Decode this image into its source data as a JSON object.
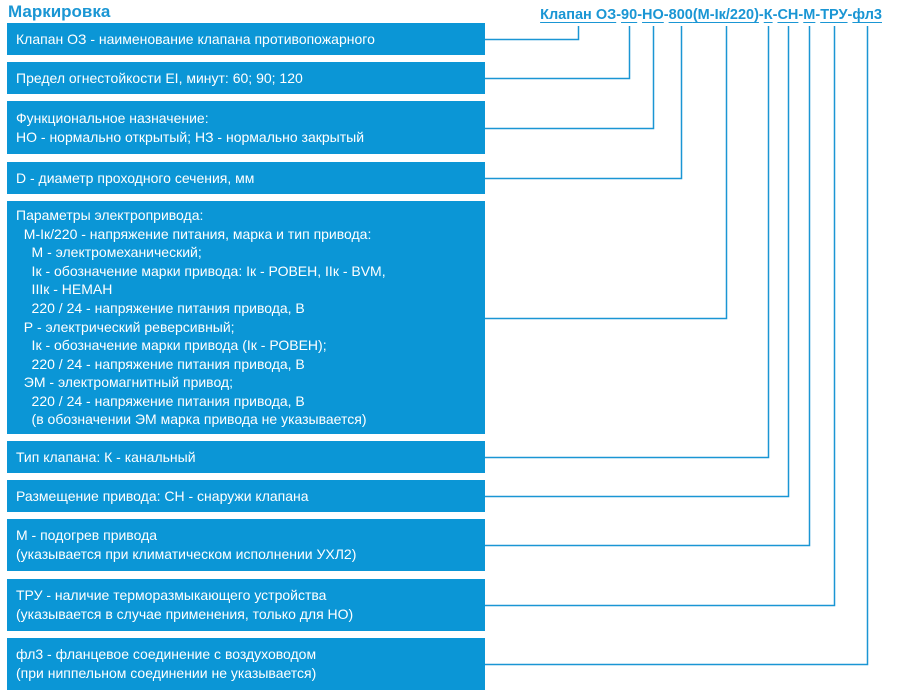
{
  "title": "Маркировка",
  "code": {
    "first": "Клапан ОЗ",
    "parts": [
      "90",
      "НО",
      "800",
      "(М-Iк/220)",
      "К",
      "СН",
      "М",
      "ТРУ",
      "фл3"
    ],
    "separator": "-"
  },
  "boxes": [
    {
      "lines": [
        "Клапан ОЗ - наименование клапана противопожарного"
      ]
    },
    {
      "lines": [
        "Предел огнестойкости EI, минут: 60; 90; 120"
      ]
    },
    {
      "lines": [
        "Функциональное назначение:",
        "НО - нормально открытый; НЗ - нормально закрытый"
      ]
    },
    {
      "lines": [
        "D - диаметр проходного сечения, мм"
      ]
    },
    {
      "lines": [
        "Параметры электропривода:",
        "  М-Iк/220 - напряжение питания, марка и тип привода:",
        "    М - электромеханический;",
        "    Iк - обозначение марки привода: Iк - РОВЕН, IIк - BVM,",
        "    IIIк - НЕМАН",
        "    220 / 24 - напряжение питания привода, В",
        "  Р - электрический реверсивный;",
        "    Iк - обозначение марки привода (Iк - РОВЕН);",
        "    220 / 24 - напряжение питания привода, В",
        "  ЭМ - электромагнитный привод;",
        "    220 / 24 - напряжение питания привода, В",
        "    (в обозначении ЭМ марка привода не указывается)"
      ]
    },
    {
      "lines": [
        "Тип клапана: К - канальный"
      ]
    },
    {
      "lines": [
        "Размещение привода: СН - снаружи клапана"
      ]
    },
    {
      "lines": [
        "М - подогрев привода",
        "(указывается при климатическом исполнении УХЛ2)"
      ]
    },
    {
      "lines": [
        "ТРУ - наличие терморазмыкающего устройства",
        "(указывается в случае применения, только для НО)"
      ]
    },
    {
      "lines": [
        "фл3 - фланцевое соединение с воздуховодом",
        "(при ниппельном соединении не указывается)"
      ]
    }
  ]
}
